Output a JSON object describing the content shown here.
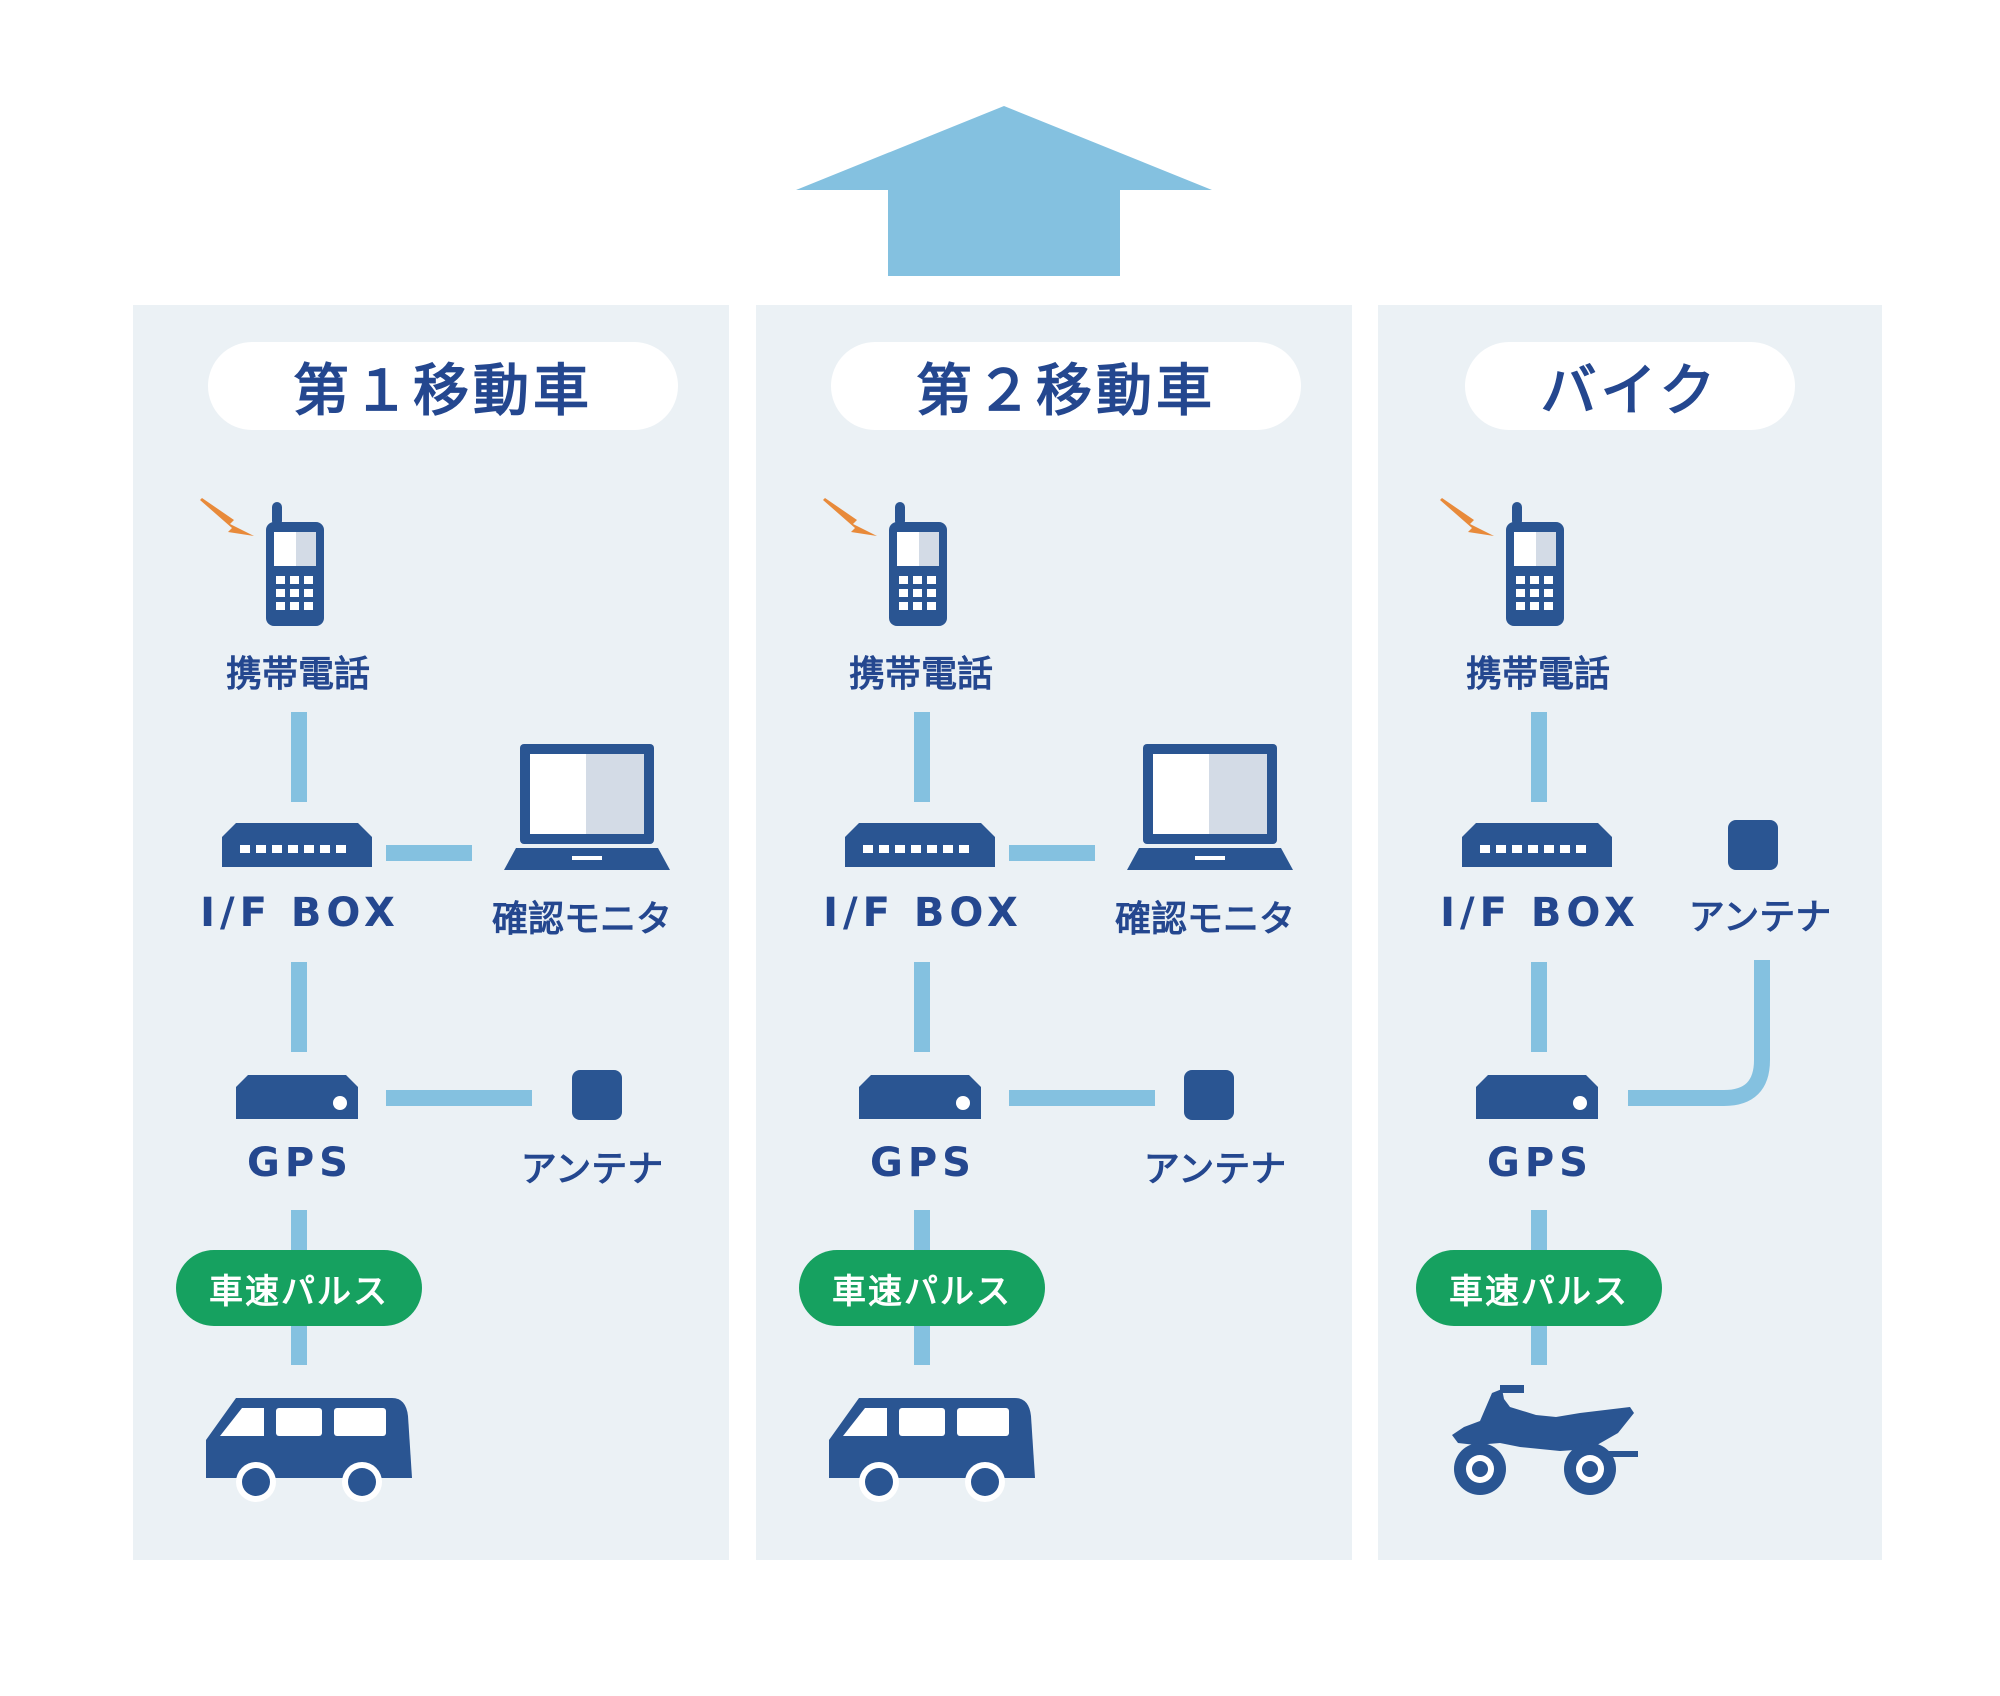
{
  "colors": {
    "arrow": "#84c1e0",
    "panel_bg": "#ebf1f5",
    "icon": "#2a5592",
    "text": "#24478f",
    "line": "#84c1e0",
    "pulse_bg": "#16a160",
    "signal": "#e88a3a"
  },
  "icons": [
    "up-arrow-icon",
    "mobile-phone-icon",
    "interface-box-icon",
    "laptop-icon",
    "gps-unit-icon",
    "antenna-icon",
    "van-icon",
    "motorcycle-icon"
  ],
  "panels": [
    {
      "title": "第１移動車",
      "phone": "携帯電話",
      "ifbox": "I/F BOX",
      "monitor": "確認モニタ",
      "gps": "GPS",
      "antenna": "アンテナ",
      "pulse": "車速パルス"
    },
    {
      "title": "第２移動車",
      "phone": "携帯電話",
      "ifbox": "I/F BOX",
      "monitor": "確認モニタ",
      "gps": "GPS",
      "antenna": "アンテナ",
      "pulse": "車速パルス"
    },
    {
      "title": "バイク",
      "phone": "携帯電話",
      "ifbox": "I/F BOX",
      "antenna": "アンテナ",
      "gps": "GPS",
      "pulse": "車速パルス"
    }
  ]
}
